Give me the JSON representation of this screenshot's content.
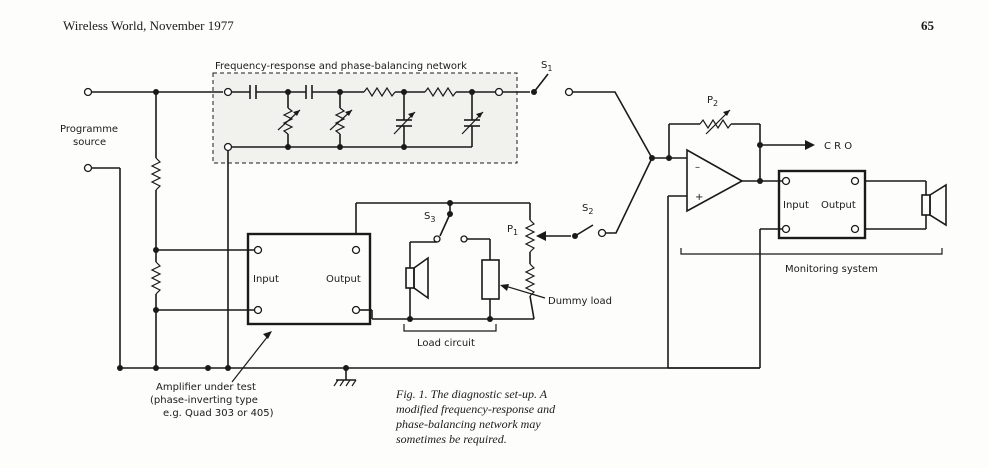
{
  "header": {
    "journal": "Wireless World, November 1977",
    "page_number": "65"
  },
  "labels": {
    "network": "Frequency-response and phase-balancing network",
    "source_line1": "Programme",
    "source_line2": "source",
    "s1_main": "S",
    "s1_sub": "1",
    "s2_main": "S",
    "s2_sub": "2",
    "s3_main": "S",
    "s3_sub": "3",
    "p1_main": "P",
    "p1_sub": "1",
    "p2_main": "P",
    "p2_sub": "2",
    "cro": "C R O",
    "amp_input": "Input",
    "amp_output": "Output",
    "mon_input": "Input",
    "mon_output": "Output",
    "opamp_minus": "–",
    "opamp_plus": "+",
    "dummy_load": "Dummy load",
    "load_circuit": "Load circuit",
    "monitoring_system": "Monitoring system",
    "amp_under_test_1": "Amplifier under test",
    "amp_under_test_2": "(phase-inverting type",
    "amp_under_test_3": "e.g. Quad  303  or 405)"
  },
  "caption": {
    "line1": "Fig. 1. The diagnostic set-up. A",
    "line2": "modified frequency-response and",
    "line3": "phase-balancing network may",
    "line4": "sometimes be required."
  }
}
